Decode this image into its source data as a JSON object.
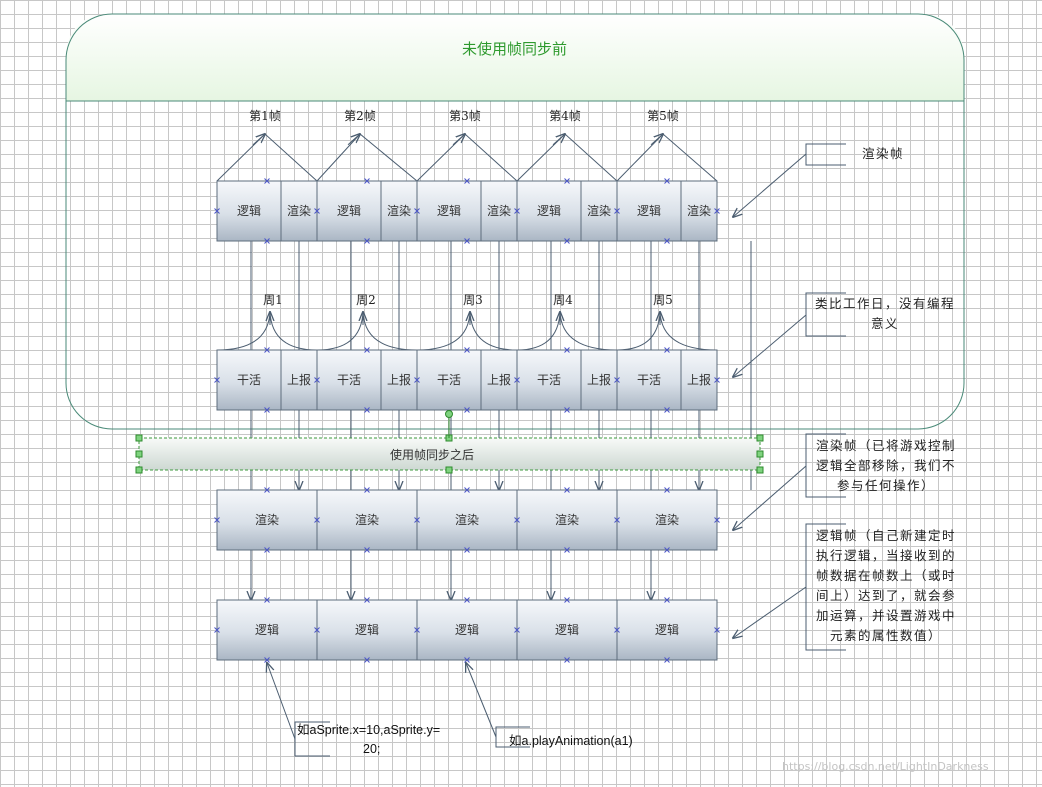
{
  "title": "未使用帧同步前",
  "frame_labels": [
    "第1帧",
    "第2帧",
    "第3帧",
    "第4帧",
    "第5帧"
  ],
  "week_labels": [
    "周1",
    "周2",
    "周3",
    "周4",
    "周5"
  ],
  "row1": {
    "logic": "逻辑",
    "render": "渲染"
  },
  "row2": {
    "work": "干活",
    "report": "上报"
  },
  "sync_bar_label": "使用帧同步之后",
  "render_row_label": "渲染",
  "logic_row_label": "逻辑",
  "notes": {
    "render_frame": "渲染帧",
    "workday": "类比工作日，没有编程意义",
    "render_after": "渲染帧（已将游戏控制逻辑全部移除，我们不参与任何操作）",
    "logic_after": "逻辑帧（自己新建定时执行逻辑，当接收到的帧数据在帧数上（或时间上）达到了，就会参加运算，并设置游戏中元素的属性数值）"
  },
  "code1": {
    "prefix": "如",
    "text": "aSprite.x=10,aSprite.y=",
    "text2": "20;"
  },
  "code2": {
    "prefix": "如",
    "text": "a.playAnimation(a1)"
  },
  "watermark": "https://blog.csdn.net/LightInDarkness"
}
